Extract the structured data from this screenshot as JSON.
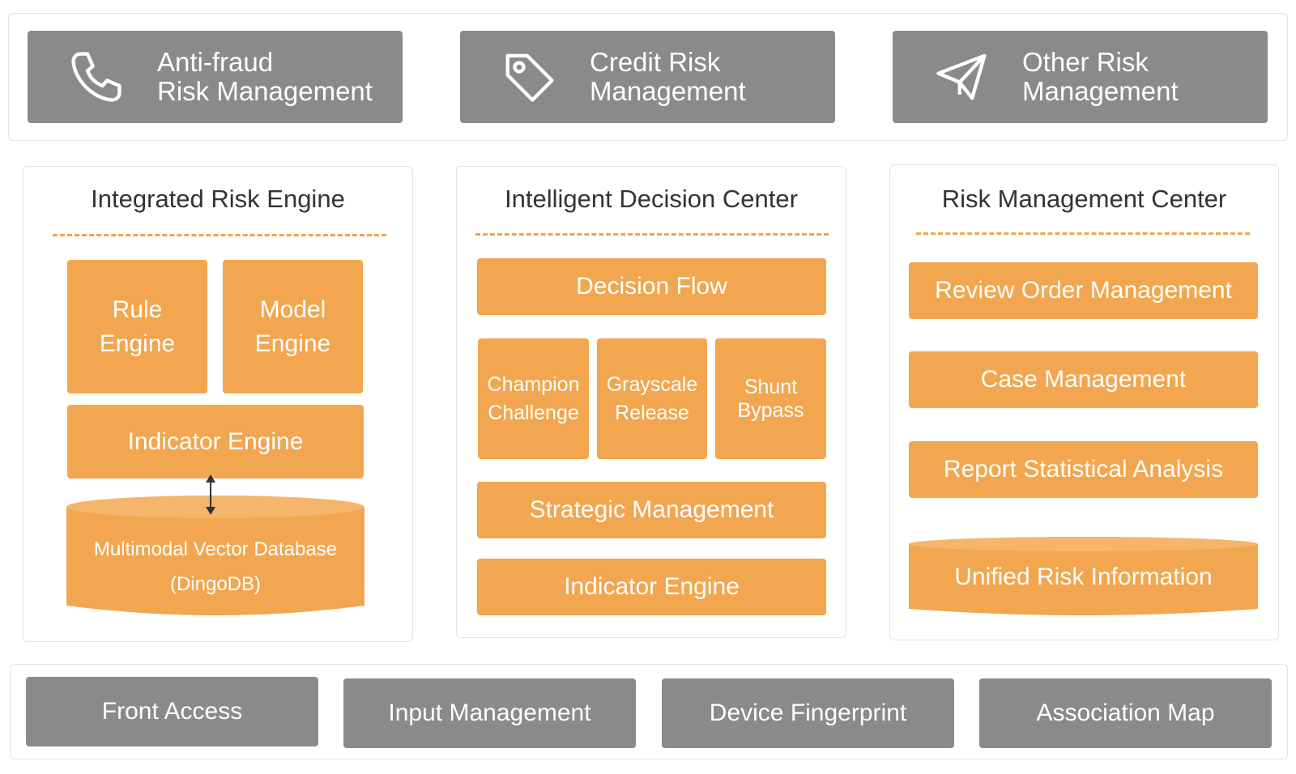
{
  "top_bar": {
    "items": [
      {
        "label": "Anti-fraud\nRisk Management",
        "icon": "phone-icon"
      },
      {
        "label": "Credit Risk\nManagement",
        "icon": "price-tag-icon"
      },
      {
        "label": "Other Risk\nManagement",
        "icon": "paper-plane-icon"
      }
    ]
  },
  "panels": {
    "integrated_risk_engine": {
      "title": "Integrated Risk Engine",
      "rule_engine": "Rule\nEngine",
      "model_engine": "Model\nEngine",
      "indicator_engine": "Indicator Engine",
      "database_line1": "Multimodal Vector Database",
      "database_line2": "(DingoDB)"
    },
    "intelligent_decision_center": {
      "title": "Intelligent Decision Center",
      "decision_flow": "Decision Flow",
      "champion_challenge": "Champion\nChallenge",
      "grayscale_release": "Grayscale\nRelease",
      "shunt_bypass": "Shunt\nBypass",
      "strategic_management": "Strategic Management",
      "indicator_engine": "Indicator Engine"
    },
    "risk_management_center": {
      "title": "Risk Management Center",
      "review_order_management": "Review Order Management",
      "case_management": "Case Management",
      "report_statistical_analysis": "Report Statistical Analysis",
      "unified_risk_information": "Unified Risk Information"
    }
  },
  "bottom_bar": {
    "items": [
      "Front Access",
      "Input Management",
      "Device Fingerprint",
      "Association Map"
    ]
  },
  "colors": {
    "grey_block": "#8a8a8a",
    "orange_block": "#f2a64f",
    "dash": "#f0a44f",
    "frame_border": "#e2e2e2"
  }
}
